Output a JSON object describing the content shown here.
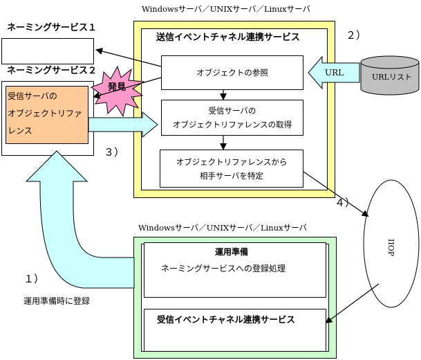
{
  "server_top": {
    "title": "Windowsサーバ／UNIXサーバ／Linuxサーバ",
    "service_title": "送信イベントチャネル連携サービス",
    "step_ref": "オブジェクトの参照",
    "step_get_line1": "受信サーバの",
    "step_get_line2": "オブジェクトリファレンスの取得",
    "step_identify_line1": "オブジェクトリファレンスから",
    "step_identify_line2": "相手サーバを特定"
  },
  "naming1": {
    "title": "ネーミングサービス１"
  },
  "naming2": {
    "title": "ネーミングサービス２",
    "ref_line1": "受信サーバの",
    "ref_line2": "オブジェクトリファ",
    "ref_line3": "レンス"
  },
  "found_label": "発見",
  "url_arrow_label": "URL",
  "url_list_label": "URLリスト",
  "iiop_label": "IIOP",
  "server_bottom": {
    "title": "Windowsサーバ／UNIXサーバ／Linuxサーバ",
    "prep_title": "運用準備",
    "prep_desc": "ネーミングサービスへの登録処理",
    "service_title": "受信イベントチャネル連携サービス"
  },
  "step_numbers": {
    "n1": "１）",
    "n2": "２）",
    "n3": "３）",
    "n4": "４）"
  },
  "registration_note": "運用準備時に登録",
  "colors": {
    "top_server_border": "#ffff99",
    "bottom_server_border": "#ccffcc",
    "naming2_ref_fill": "#ffcc99",
    "found_burst": "#ff99cc",
    "arrow_fill": "#ccffff",
    "url_list_fill": "#c0c0c0"
  }
}
